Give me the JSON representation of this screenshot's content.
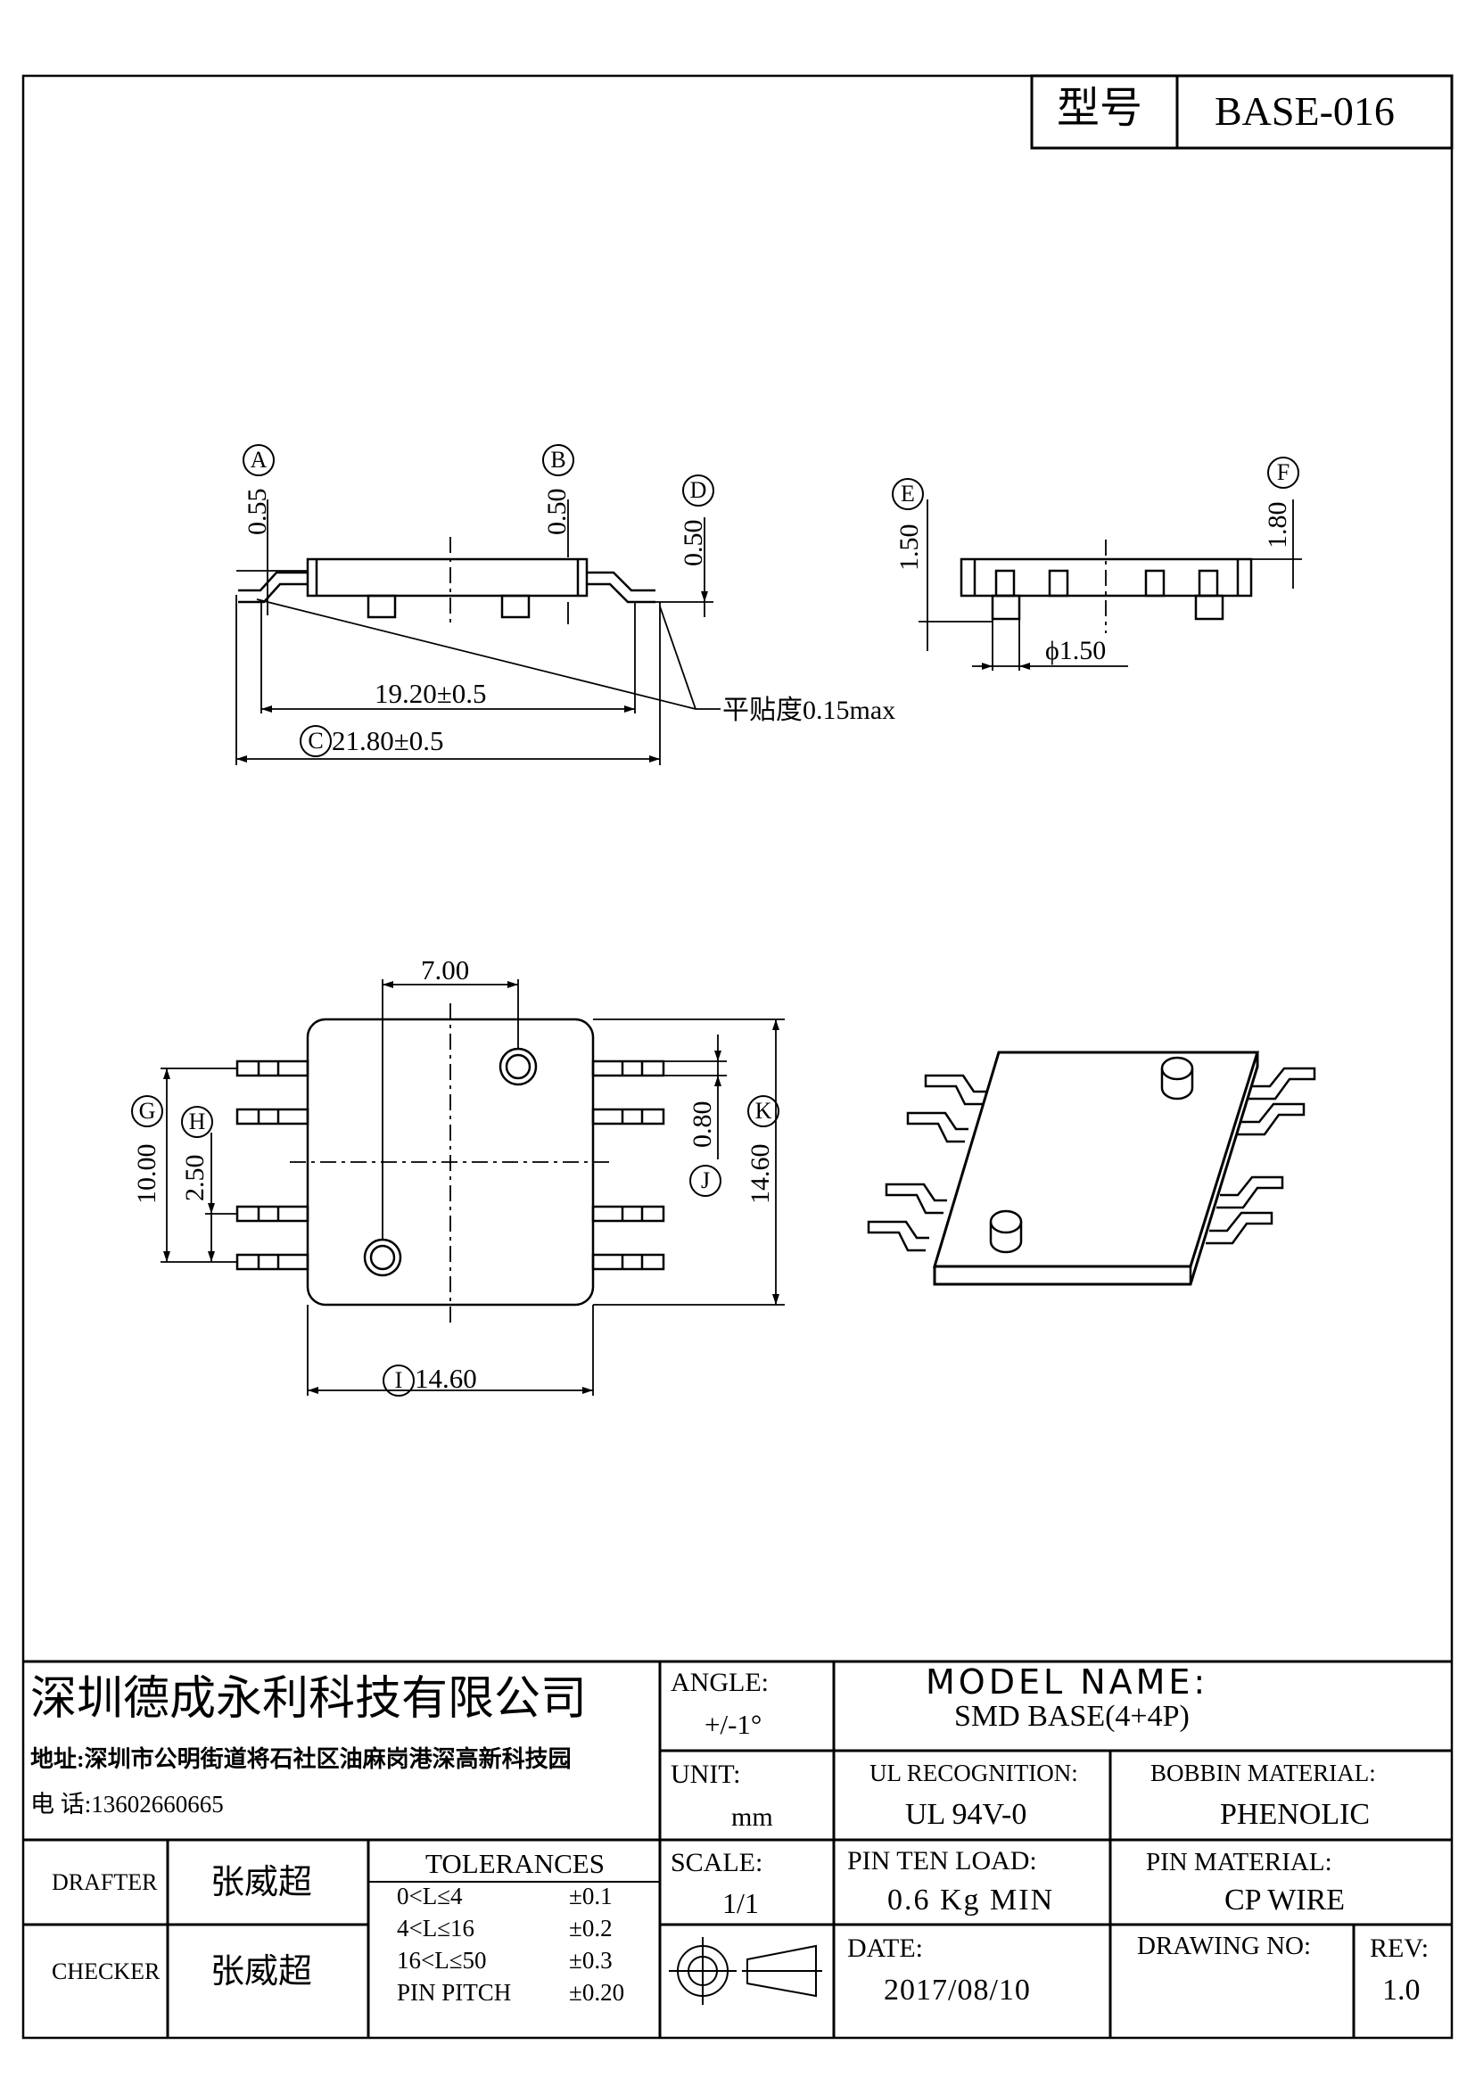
{
  "header": {
    "model_label": "型号",
    "model_value": "BASE-016"
  },
  "side_view": {
    "labels": {
      "A": "A",
      "B": "B",
      "C": "C",
      "D": "D"
    },
    "dims": {
      "a": "0.55",
      "b": "0.50",
      "d": "0.50",
      "inner_width": "19.20±0.5",
      "overall_width": "21.80±0.5",
      "flatness": "平贴度0.15max"
    }
  },
  "end_view": {
    "labels": {
      "E": "E",
      "F": "F"
    },
    "dims": {
      "e": "1.50",
      "f": "1.80",
      "pin_dia": "ϕ1.50"
    }
  },
  "top_view": {
    "labels": {
      "G": "G",
      "H": "H",
      "I": "I",
      "J": "J",
      "K": "K"
    },
    "dims": {
      "pin_offset": "7.00",
      "g": "10.00",
      "h": "2.50",
      "j": "0.80",
      "k": "14.60",
      "i": "14.60"
    }
  },
  "title_block": {
    "company": "深圳德成永利科技有限公司",
    "address": "地址:深圳市公明街道将石社区油麻岗港深高新科技园",
    "phone": "电 话:13602660665",
    "angle_label": "ANGLE:",
    "angle_value": "+/-1°",
    "model_name_label": "MODEL NAME:",
    "model_name_value": "SMD BASE(4+4P)",
    "unit_label": "UNIT:",
    "unit_value": "mm",
    "ul_label": "UL RECOGNITION:",
    "ul_value": "UL 94V-0",
    "bobbin_label": "BOBBIN MATERIAL:",
    "bobbin_value": "PHENOLIC",
    "drafter_label": "DRAFTER",
    "drafter_value": "张威超",
    "checker_label": "CHECKER",
    "checker_value": "张威超",
    "tolerances_label": "TOLERANCES",
    "tolerances": [
      {
        "range": "0<L≤4",
        "tol": "±0.1"
      },
      {
        "range": "4<L≤16",
        "tol": "±0.2"
      },
      {
        "range": "16<L≤50",
        "tol": "±0.3"
      },
      {
        "range": "PIN PITCH",
        "tol": "±0.20"
      }
    ],
    "scale_label": "SCALE:",
    "scale_value": "1/1",
    "pin_load_label": "PIN TEN LOAD:",
    "pin_load_value": "0.6 Kg MIN",
    "pin_material_label": "PIN MATERIAL:",
    "pin_material_value": "CP WIRE",
    "date_label": "DATE:",
    "date_value": "2017/08/10",
    "drawing_no_label": "DRAWING NO:",
    "rev_label": "REV:",
    "rev_value": "1.0"
  }
}
